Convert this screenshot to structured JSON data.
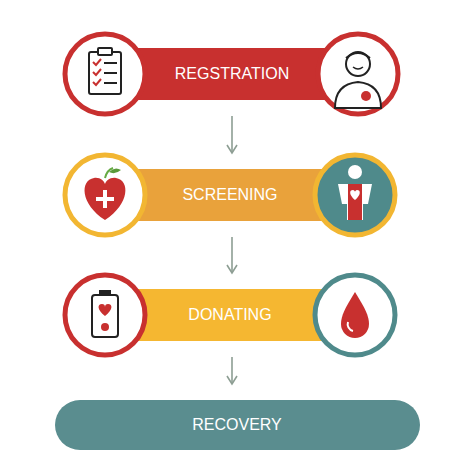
{
  "diagram": {
    "nodes": [
      {
        "text": [
          "REGSTRATION"
        ]
      },
      {
        "text": [
          "SCREENING"
        ]
      },
      {
        "text": [
          "DONATING"
        ]
      },
      {
        "text": [
          "RECOVERY"
        ]
      }
    ],
    "edges": [
      {
        "from": 0,
        "to": 1,
        "arrow": "to"
      },
      {
        "from": 1,
        "to": 2,
        "arrow": "to"
      },
      {
        "from": 2,
        "to": 3,
        "arrow": "to"
      }
    ]
  }
}
